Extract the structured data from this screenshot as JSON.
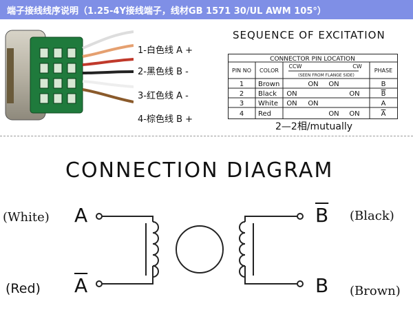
{
  "banner": {
    "text": "端子接线线序说明（1.25-4Y接线端子，线材GB 1571 30/UL AWM 105°）"
  },
  "wire_labels": [
    "1-白色线 A +",
    "2-黑色线 B -",
    "3-红色线 A -",
    "4-棕色线 B +"
  ],
  "sequence": {
    "title": "SEQUENCE  OF  EXCITATION",
    "table_header": "CONNECTOR  PIN  LOCATION",
    "columns": {
      "pin_no": "PIN  NO",
      "color": "COLOR",
      "ccw": "CCW",
      "cw": "CW",
      "seen": "(SEEN  FROM  FLANGE  SIDE)",
      "phase": "PHASE"
    },
    "rows": [
      {
        "pin": "1",
        "color": "Brown",
        "c1": "",
        "c2": "ON",
        "c3": "ON",
        "c4": "",
        "phase": "B",
        "phase_bar": false
      },
      {
        "pin": "2",
        "color": "Black",
        "c1": "ON",
        "c2": "",
        "c3": "",
        "c4": "ON",
        "phase": "B",
        "phase_bar": true
      },
      {
        "pin": "3",
        "color": "White",
        "c1": "ON",
        "c2": "ON",
        "c3": "",
        "c4": "",
        "phase": "A",
        "phase_bar": false
      },
      {
        "pin": "4",
        "color": "Red",
        "c1": "",
        "c2": "",
        "c3": "ON",
        "c4": "ON",
        "phase": "A",
        "phase_bar": true
      }
    ],
    "mutually": "2—2相/mutually"
  },
  "diagram": {
    "title": "CONNECTION  DIAGRAM",
    "left_top_color": "(White)",
    "left_bottom_color": "(Red)",
    "right_top_color": "(Black)",
    "right_bottom_color": "(Brown)",
    "term_a": "A",
    "term_a_bar": "A",
    "term_b_bar": "B",
    "term_b": "B"
  },
  "colors": {
    "banner": "#7f8fe6",
    "pcb": "#1f7a3c"
  }
}
